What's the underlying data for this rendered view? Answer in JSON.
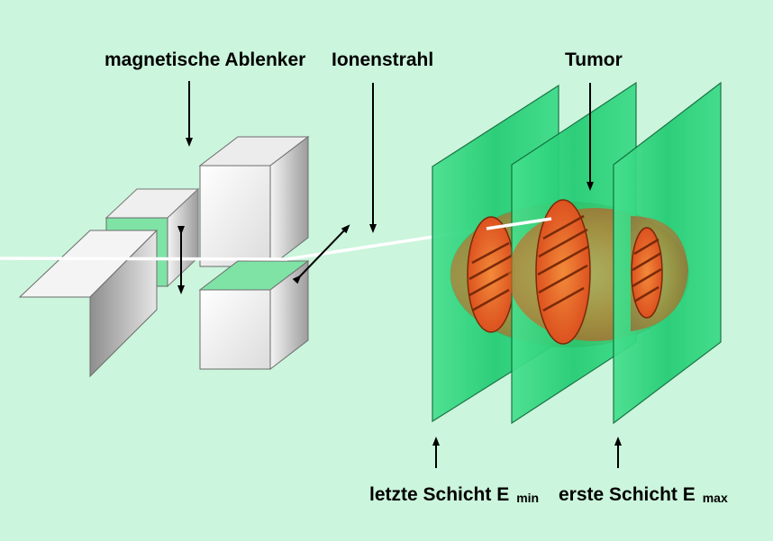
{
  "labels": {
    "deflector": "magnetische Ablenker",
    "beam": "Ionenstrahl",
    "tumor": "Tumor",
    "last_layer": {
      "text": "letzte Schicht E",
      "subscript": "min"
    },
    "first_layer": {
      "text": "erste Schicht E",
      "subscript": "max"
    }
  },
  "colors": {
    "background": "#cbf5dc",
    "plate_fill": "#2fd67d",
    "tumor_fill": "#e0561a",
    "tumor_highlight": "#f7a45a",
    "magnet_face": "#f2f2f2",
    "magnet_side": "#a9a9a9",
    "beam": "#ffffff"
  }
}
